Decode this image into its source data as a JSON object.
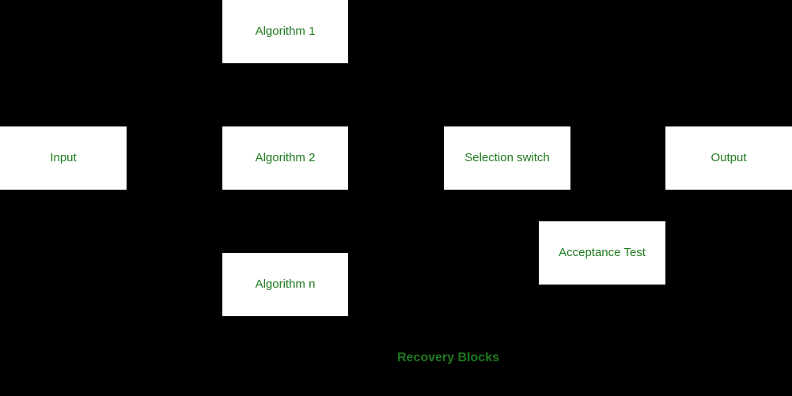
{
  "diagram": {
    "title": "Recovery Blocks",
    "caption": "Recovery Blocks",
    "background_color": "#000000",
    "node_fill_color": "#ffffff",
    "text_color": "#1d7a1d",
    "nodes": [
      {
        "id": "algorithm-1",
        "label": "Algorithm 1"
      },
      {
        "id": "input",
        "label": "Input"
      },
      {
        "id": "algorithm-2",
        "label": "Algorithm 2"
      },
      {
        "id": "selection",
        "label": "Selection switch"
      },
      {
        "id": "output",
        "label": "Output"
      },
      {
        "id": "acceptance",
        "label": "Acceptance Test"
      },
      {
        "id": "algorithm-n",
        "label": "Algorithm n"
      }
    ]
  }
}
